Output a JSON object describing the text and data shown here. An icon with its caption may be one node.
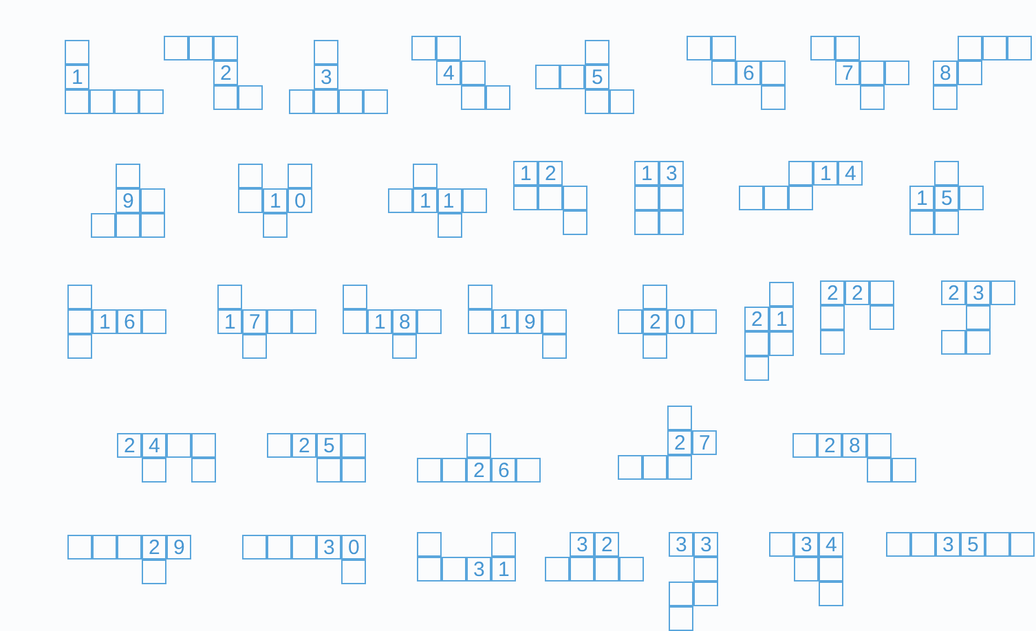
{
  "diagram": {
    "nodes": [
      {
        "text": [
          "1"
        ]
      },
      {
        "text": [
          "2"
        ]
      },
      {
        "text": [
          "3"
        ]
      },
      {
        "text": [
          "4"
        ]
      },
      {
        "text": [
          "5"
        ]
      },
      {
        "text": [
          "6"
        ]
      },
      {
        "text": [
          "7"
        ]
      },
      {
        "text": [
          "8"
        ]
      },
      {
        "text": [
          "9"
        ]
      },
      {
        "text": [
          "10"
        ]
      },
      {
        "text": [
          "11"
        ]
      },
      {
        "text": [
          "12"
        ]
      },
      {
        "text": [
          "13"
        ]
      },
      {
        "text": [
          "14"
        ]
      },
      {
        "text": [
          "15"
        ]
      },
      {
        "text": [
          "16"
        ]
      },
      {
        "text": [
          "17"
        ]
      },
      {
        "text": [
          "18"
        ]
      },
      {
        "text": [
          "19"
        ]
      },
      {
        "text": [
          "20"
        ]
      },
      {
        "text": [
          "21"
        ]
      },
      {
        "text": [
          "22"
        ]
      },
      {
        "text": [
          "23"
        ]
      },
      {
        "text": [
          "24"
        ]
      },
      {
        "text": [
          "25"
        ]
      },
      {
        "text": [
          "26"
        ]
      },
      {
        "text": [
          "27"
        ]
      },
      {
        "text": [
          "28"
        ]
      },
      {
        "text": [
          "29"
        ]
      },
      {
        "text": [
          "30"
        ]
      },
      {
        "text": [
          "31"
        ]
      },
      {
        "text": [
          "32"
        ]
      },
      {
        "text": [
          "33"
        ]
      },
      {
        "text": [
          "34"
        ]
      },
      {
        "text": [
          "35"
        ]
      }
    ]
  }
}
